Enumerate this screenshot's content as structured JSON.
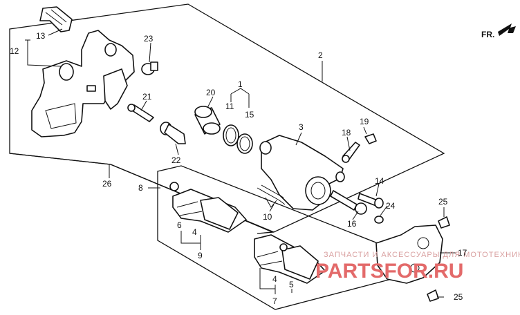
{
  "direction_marker": {
    "label": "FR."
  },
  "callouts": [
    {
      "label": "13"
    },
    {
      "label": "12"
    },
    {
      "label": "23"
    },
    {
      "label": "2"
    },
    {
      "label": "1"
    },
    {
      "label": "20"
    },
    {
      "label": "11"
    },
    {
      "label": "15"
    },
    {
      "label": "21"
    },
    {
      "label": "3"
    },
    {
      "label": "19"
    },
    {
      "label": "18"
    },
    {
      "label": "22"
    },
    {
      "label": "26"
    },
    {
      "label": "8"
    },
    {
      "label": "14"
    },
    {
      "label": "10"
    },
    {
      "label": "24"
    },
    {
      "label": "16"
    },
    {
      "label": "25"
    },
    {
      "label": "6"
    },
    {
      "label": "4"
    },
    {
      "label": "9"
    },
    {
      "label": "17"
    },
    {
      "label": "4"
    },
    {
      "label": "5"
    },
    {
      "label": "7"
    },
    {
      "label": "25"
    }
  ],
  "watermark": {
    "tagline": "ЗАПЧАСТИ И АКСЕССУАРЫ ДЛЯ МОТОТЕХНИКИ",
    "brand": "PARTSFOR.RU"
  }
}
